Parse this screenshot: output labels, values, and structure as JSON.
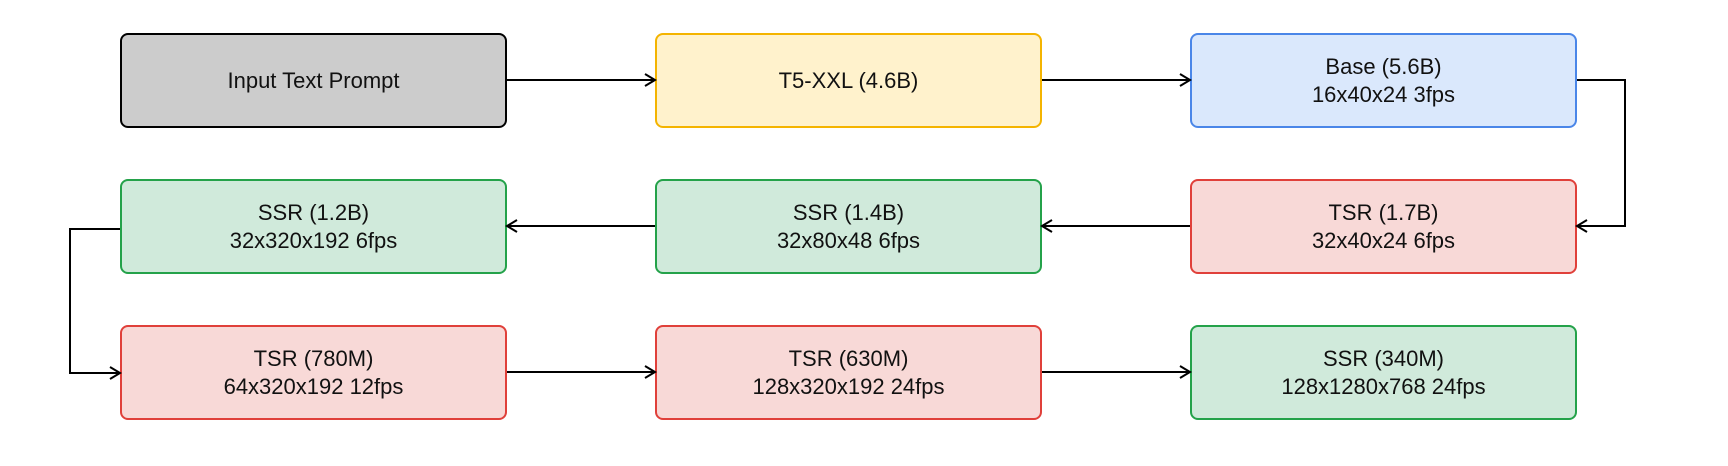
{
  "nodes": {
    "input": {
      "line1": "Input Text Prompt",
      "line2": "",
      "color": "#cccccc",
      "border": "#000000"
    },
    "t5": {
      "line1": "T5-XXL (4.6B)",
      "line2": "",
      "color": "#fff2cc",
      "border": "#f4b400"
    },
    "base": {
      "line1": "Base (5.6B)",
      "line2": "16x40x24 3fps",
      "color": "#dae8fc",
      "border": "#4a86e8"
    },
    "tsr_17": {
      "line1": "TSR (1.7B)",
      "line2": "32x40x24 6fps",
      "color": "#f8d9d7",
      "border": "#e0403a"
    },
    "ssr_14": {
      "line1": "SSR (1.4B)",
      "line2": "32x80x48 6fps",
      "color": "#d0eadb",
      "border": "#24a24a"
    },
    "ssr_12": {
      "line1": "SSR (1.2B)",
      "line2": "32x320x192 6fps",
      "color": "#d0eadb",
      "border": "#24a24a"
    },
    "tsr_780": {
      "line1": "TSR (780M)",
      "line2": "64x320x192 12fps",
      "color": "#f8d9d7",
      "border": "#e0403a"
    },
    "tsr_630": {
      "line1": "TSR (630M)",
      "line2": "128x320x192 24fps",
      "color": "#f8d9d7",
      "border": "#e0403a"
    },
    "ssr_340": {
      "line1": "SSR (340M)",
      "line2": "128x1280x768 24fps",
      "color": "#d0eadb",
      "border": "#24a24a"
    }
  },
  "edges": [
    [
      "input",
      "t5"
    ],
    [
      "t5",
      "base"
    ],
    [
      "base",
      "tsr_17"
    ],
    [
      "tsr_17",
      "ssr_14"
    ],
    [
      "ssr_14",
      "ssr_12"
    ],
    [
      "ssr_12",
      "tsr_780"
    ],
    [
      "tsr_780",
      "tsr_630"
    ],
    [
      "tsr_630",
      "ssr_340"
    ]
  ]
}
